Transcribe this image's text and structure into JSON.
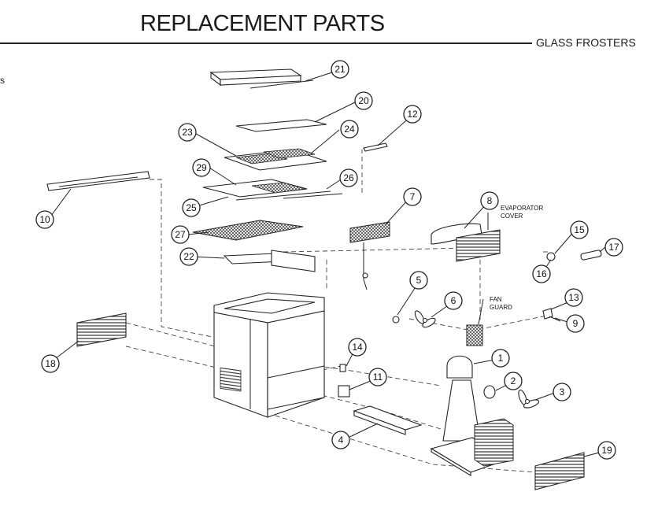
{
  "header": {
    "title": "REPLACEMENT PARTS",
    "subtitle": "GLASS FROSTERS",
    "left_margin_mark": "s"
  },
  "annotations": {
    "evaporator_cover_line1": "EVAPORATOR",
    "evaporator_cover_line2": "COVER",
    "fan_guard_line1": "FAN",
    "fan_guard_line2": "GUARD"
  },
  "callouts": [
    "1",
    "2",
    "3",
    "4",
    "5",
    "6",
    "7",
    "8",
    "9",
    "10",
    "11",
    "12",
    "13",
    "14",
    "15",
    "16",
    "17",
    "18",
    "19",
    "20",
    "21",
    "22",
    "23",
    "24",
    "25",
    "26",
    "27",
    "29"
  ],
  "colors": {
    "ink": "#222222",
    "paper": "#ffffff"
  }
}
